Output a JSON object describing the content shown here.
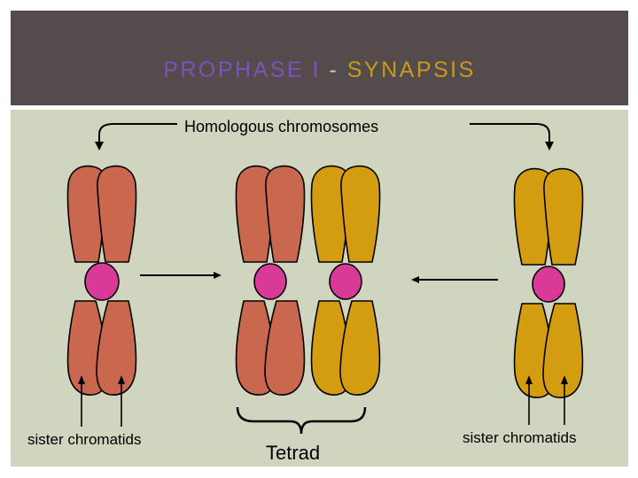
{
  "slide": {
    "title_part1": "PROPHASE I",
    "title_separator": " - ",
    "title_part2": "SYNAPSIS"
  },
  "diagram": {
    "top_label": "Homologous chromosomes",
    "bottom_left_label": "sister chromatids",
    "bottom_center_label": "Tetrad",
    "bottom_right_label": "sister chromatids"
  },
  "colors": {
    "title_bar": "#544c4c",
    "panel": "#cfd5be",
    "maternal_chromosome": "#c9674f",
    "paternal_chromosome": "#d49c10",
    "centromere": "#d93a98"
  }
}
